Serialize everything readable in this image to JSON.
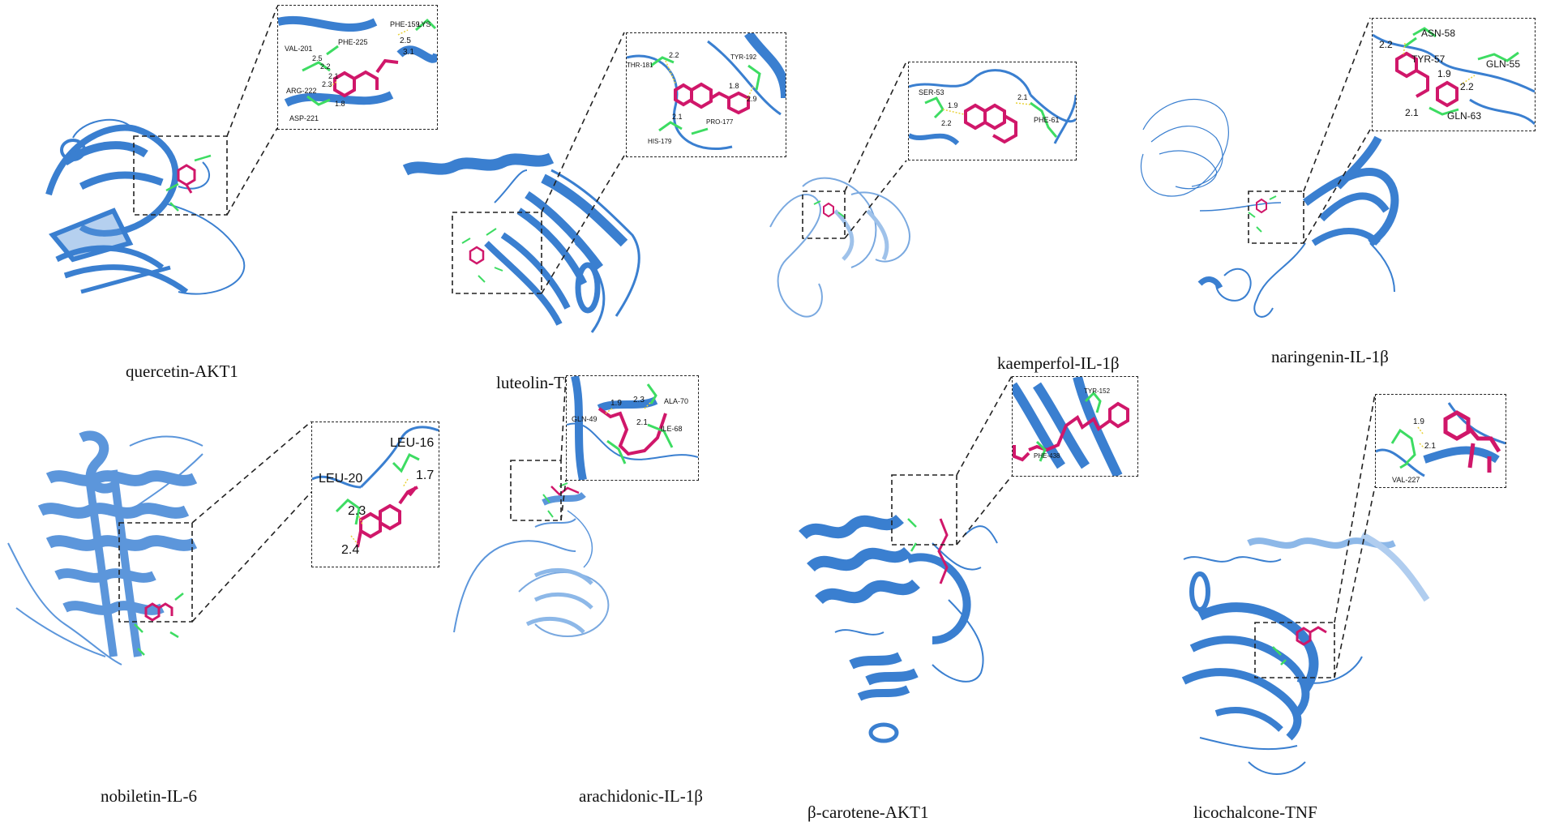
{
  "panels": [
    {
      "caption": "quercetin-AKT1",
      "residues": [
        "VAL-201",
        "PHE-225",
        "PHE-159",
        "LYS",
        "ARG-222",
        "ASP-221"
      ],
      "distances": [
        "2.5",
        "3.1",
        "2.2",
        "2.1",
        "2.3",
        "1.8",
        "2.5"
      ]
    },
    {
      "caption": "luteolin-TNF",
      "residues": [
        "THR-181",
        "TYR-192",
        "HIS-179",
        "PRO-177"
      ],
      "distances": [
        "2.2",
        "1.8",
        "2.9",
        "2.1"
      ]
    },
    {
      "caption": "kaemperfol-IL-1β",
      "residues": [
        "SER-53",
        "PHE-61"
      ],
      "distances": [
        "1.9",
        "2.1",
        "2.2"
      ]
    },
    {
      "caption": "naringenin-IL-1β",
      "residues": [
        "ASN-58",
        "TYR-57",
        "GLN-55",
        "GLN-63"
      ],
      "distances": [
        "2.2",
        "1.9",
        "2.2",
        "2.1"
      ]
    },
    {
      "caption": "nobiletin-IL-6",
      "residues": [
        "LEU-16",
        "LEU-20"
      ],
      "distances": [
        "1.7",
        "2.3",
        "2.4"
      ]
    },
    {
      "caption": "arachidonic-IL-1β",
      "residues": [
        "GLN-49",
        "ALA-70",
        "ILE-68"
      ],
      "distances": [
        "1.9",
        "2.3",
        "2.1"
      ]
    },
    {
      "caption": "β-carotene-AKT1",
      "residues": [
        "TYR-152",
        "PHE-438"
      ],
      "distances": []
    },
    {
      "caption": "licochalcone-TNF",
      "residues": [
        "VAL-227"
      ],
      "distances": [
        "1.9",
        "2.1"
      ]
    }
  ],
  "colors": {
    "protein": "#3a7fd0",
    "protein_light": "#8db8e8",
    "ligand": "#d0176a",
    "residue": "#3ddc62",
    "hbond": "#e8d23a"
  }
}
